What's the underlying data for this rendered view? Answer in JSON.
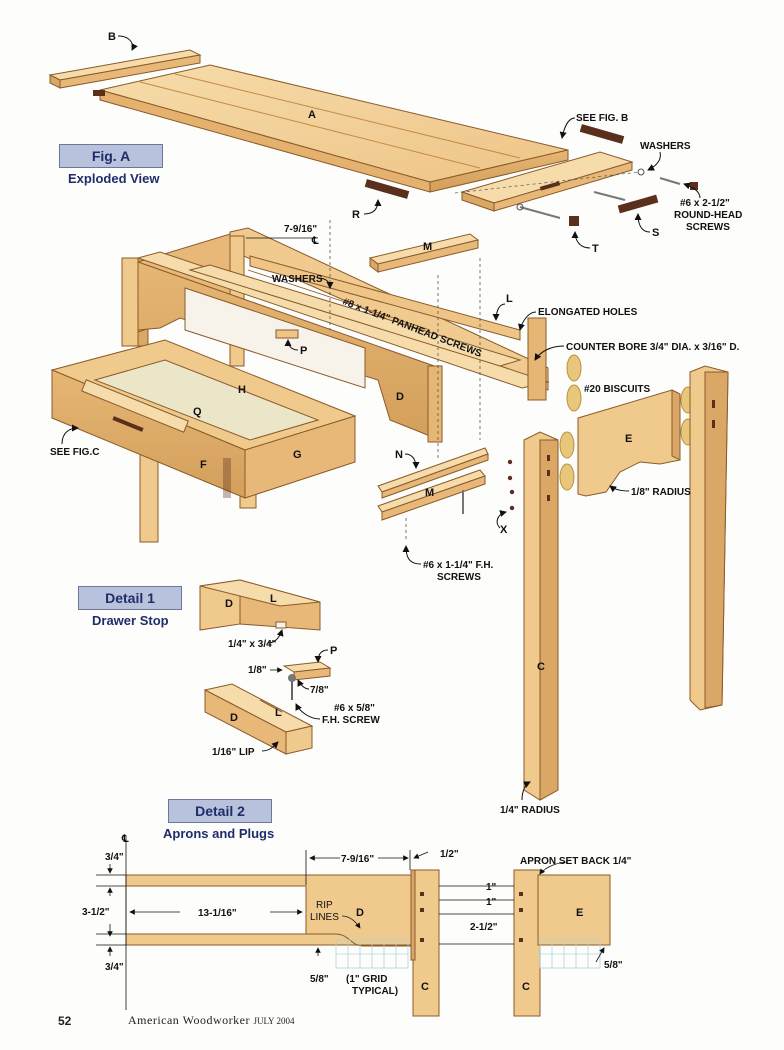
{
  "figure_a": {
    "title": "Fig. A",
    "subtitle": "Exploded View",
    "parts": {
      "a": "A",
      "b": "B",
      "c": "C",
      "d": "D",
      "e": "E",
      "f": "F",
      "g": "G",
      "h": "H",
      "l": "L",
      "m": "M",
      "n": "N",
      "p": "P",
      "q": "Q",
      "r": "R",
      "s": "S",
      "t": "T",
      "x": "X"
    },
    "callouts": {
      "see_fig_b": "SEE FIG. B",
      "see_fig_c": "SEE FIG.C",
      "washers_top": "WASHERS",
      "round_head_screws_1": "#6 x 2-1/2\"",
      "round_head_screws_2": "ROUND-HEAD",
      "round_head_screws_3": "SCREWS",
      "washers_mid": "WASHERS",
      "panhead_screws": "#8 x 1-1/4\" PANHEAD SCREWS",
      "elongated_holes": "ELONGATED HOLES",
      "counter_bore": "COUNTER BORE 3/4\" DIA. x 3/16\" D.",
      "biscuits": "#20 BISCUITS",
      "radius_1_8": "1/8\" RADIUS",
      "fh_screws_1": "#6 x 1-1/4\" F.H.",
      "fh_screws_2": "SCREWS",
      "radius_1_4": "1/4\" RADIUS",
      "dim_7_9_16": "7-9/16\"",
      "centerline": "℄"
    }
  },
  "detail1": {
    "title": "Detail 1",
    "subtitle": "Drawer Stop",
    "labels": {
      "d_top": "D",
      "l_top": "L",
      "p": "P",
      "d_bottom": "D",
      "l_bottom": "L",
      "dim_quarter_three_quarter": "1/4\" x 3/4\"",
      "dim_one_eighth": "1/8\"",
      "dim_seven_eighths": "7/8\"",
      "screw_1": "#6 x 5/8\"",
      "screw_2": "F.H. SCREW",
      "lip": "1/16\" LIP"
    }
  },
  "detail2": {
    "title": "Detail 2",
    "subtitle": "Aprons and Plugs",
    "labels": {
      "centerline": "℄",
      "d": "D",
      "c_left": "C",
      "c_right": "C",
      "e": "E",
      "dim_3_4_top": "3/4\"",
      "dim_3_1_2": "3-1/2\"",
      "dim_3_4_bottom": "3/4\"",
      "dim_13_1_16": "13-1/16\"",
      "dim_7_9_16": "7-9/16\"",
      "dim_1_2": "1/2\"",
      "rip_lines_1": "RIP",
      "rip_lines_2": "LINES",
      "dim_5_8_left": "5/8\"",
      "grid_1": "(1\" GRID",
      "grid_2": "TYPICAL)",
      "apron_setback": "APRON SET BACK 1/4\"",
      "dim_1_a": "1\"",
      "dim_1_b": "1\"",
      "dim_2_1_2": "2-1/2\"",
      "dim_5_8_right": "5/8\""
    }
  },
  "footer": {
    "page_number": "52",
    "publication": "American Woodworker",
    "issue": "JULY 2004"
  },
  "colors": {
    "wood": "#f2cf97",
    "wood_dark": "#d9a865",
    "wood_edge": "#c48a45",
    "dark_part": "#5a2f1c",
    "title_bg": "#b9c2dc",
    "title_text": "#1f2d6b",
    "grid": "#a9d3e0"
  }
}
